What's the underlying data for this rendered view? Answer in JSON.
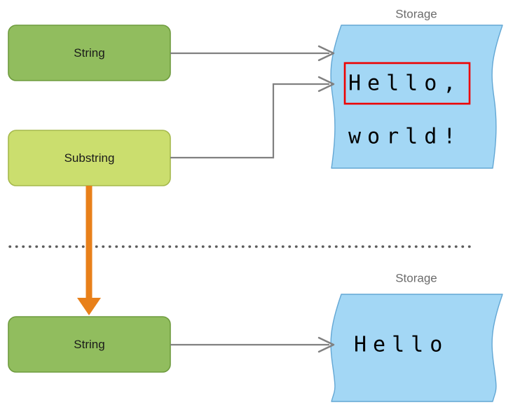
{
  "diagram": {
    "title_top_storage": "Storage",
    "title_bottom_storage": "Storage",
    "boxes": {
      "string_top": {
        "label": "String",
        "fill": "#91bd5e",
        "stroke": "#6e9b3e"
      },
      "substring": {
        "label": "Substring",
        "fill": "#cbde6e",
        "stroke": "#a5b84b"
      },
      "string_bottom": {
        "label": "String",
        "fill": "#91bd5e",
        "stroke": "#6e9b3e"
      }
    },
    "storage_top": {
      "caption": "Storage",
      "fill": "#a3d7f5",
      "stroke": "#63a7d4",
      "line1": "Hello,",
      "line2": "world!",
      "highlight_text": "Hello",
      "highlight_color": "#ee0000"
    },
    "storage_bottom": {
      "caption": "Storage",
      "fill": "#a3d7f5",
      "stroke": "#63a7d4",
      "line1": "Hello"
    },
    "connectors": {
      "string_top_to_storage": "arrow",
      "substring_to_storage": "elbow-arrow",
      "substring_to_string_bottom": "copy-arrow",
      "string_bottom_to_storage": "arrow"
    },
    "colors": {
      "connector_gray": "#808080",
      "copy_orange": "#e8801a",
      "divider_gray": "#5a5a5a"
    },
    "divider": "dotted-separator"
  }
}
